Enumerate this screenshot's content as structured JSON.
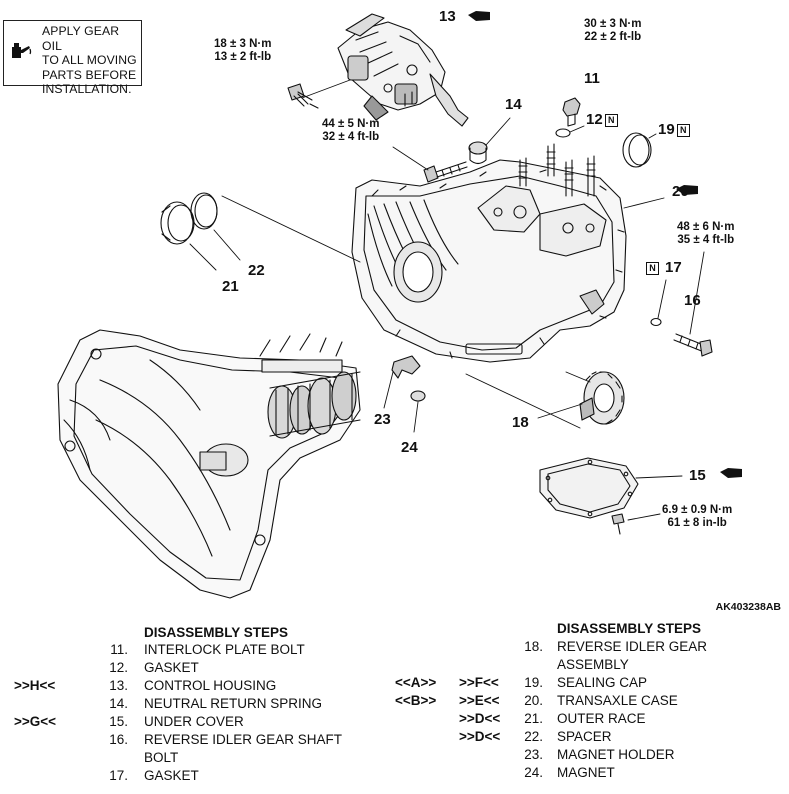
{
  "note": {
    "lines": [
      "APPLY GEAR OIL",
      "TO ALL MOVING",
      "PARTS BEFORE",
      "INSTALLATION."
    ],
    "icon": "oil-can-icon"
  },
  "torques": {
    "t1": [
      "18 ± 3 N·m",
      "13 ± 2 ft-lb"
    ],
    "t2": [
      "44 ± 5 N·m",
      "32 ± 4 ft-lb"
    ],
    "t3": [
      "30 ± 3 N·m",
      "22 ± 2 ft-lb"
    ],
    "t4": [
      "48 ± 6 N·m",
      "35 ± 4 ft-lb"
    ],
    "t5": [
      "6.9 ± 0.9 N·m",
      "61 ± 8 in-lb"
    ]
  },
  "callouts": {
    "c11": "11",
    "c12": "12",
    "c13": "13",
    "c14": "14",
    "c15": "15",
    "c16": "16",
    "c17": "17",
    "c18": "18",
    "c19": "19",
    "c20": "20",
    "c21": "21",
    "c22": "22",
    "c23": "23",
    "c24": "24",
    "n_mark": "N"
  },
  "image_code": "AK403238AB",
  "steps_left": {
    "heading": "DISASSEMBLY STEPS",
    "items": [
      {
        "mark": "",
        "num": "11.",
        "text": "INTERLOCK PLATE BOLT"
      },
      {
        "mark": "",
        "num": "12.",
        "text": "GASKET"
      },
      {
        "mark": ">>H<<",
        "num": "13.",
        "text": "CONTROL HOUSING"
      },
      {
        "mark": "",
        "num": "14.",
        "text": "NEUTRAL RETURN SPRING"
      },
      {
        "mark": ">>G<<",
        "num": "15.",
        "text": "UNDER COVER"
      },
      {
        "mark": "",
        "num": "16.",
        "text": "REVERSE IDLER GEAR SHAFT"
      },
      {
        "mark": "",
        "num": "",
        "text": "BOLT"
      },
      {
        "mark": "",
        "num": "17.",
        "text": "GASKET"
      }
    ]
  },
  "steps_right": {
    "heading": "DISASSEMBLY STEPS",
    "items": [
      {
        "mark1": "",
        "mark2": "",
        "num": "18.",
        "text": "REVERSE IDLER GEAR"
      },
      {
        "mark1": "",
        "mark2": "",
        "num": "",
        "text": "ASSEMBLY"
      },
      {
        "mark1": "<<A>>",
        "mark2": ">>F<<",
        "num": "19.",
        "text": "SEALING CAP"
      },
      {
        "mark1": "<<B>>",
        "mark2": ">>E<<",
        "num": "20.",
        "text": "TRANSAXLE CASE"
      },
      {
        "mark1": "",
        "mark2": ">>D<<",
        "num": "21.",
        "text": "OUTER RACE"
      },
      {
        "mark1": "",
        "mark2": ">>D<<",
        "num": "22.",
        "text": "SPACER"
      },
      {
        "mark1": "",
        "mark2": "",
        "num": "23.",
        "text": "MAGNET HOLDER"
      },
      {
        "mark1": "",
        "mark2": "",
        "num": "24.",
        "text": "MAGNET"
      }
    ]
  }
}
